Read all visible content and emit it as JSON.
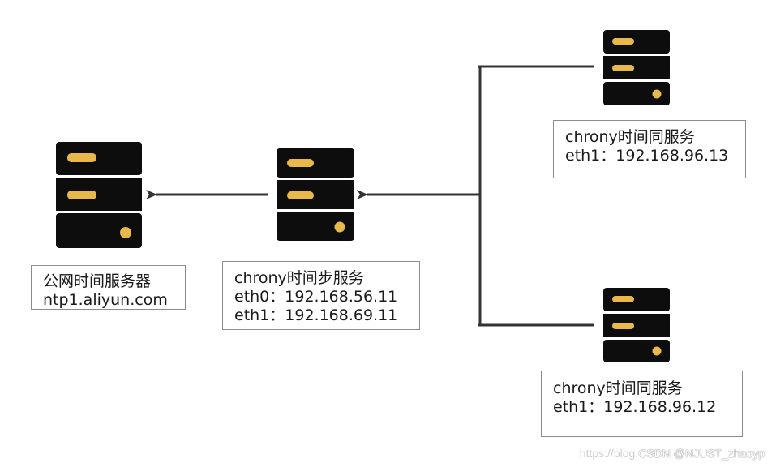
{
  "nodes": {
    "public_ntp": {
      "line1": "公网时间服务器",
      "line2": "ntp1.aliyun.com"
    },
    "sync_server": {
      "line1": "chrony时间步服务",
      "line2": "eth0：192.168.56.11",
      "line3": "eth1：192.168.69.11"
    },
    "client_top": {
      "line1": "chrony时间同服务",
      "line2": "eth1：192.168.96.13"
    },
    "client_bottom": {
      "line1": "chrony时间同服务",
      "line2": "eth1：192.168.96.12"
    }
  },
  "watermark": {
    "faint": "https://blog.",
    "text": "CSDN @NJUST_zhaoyp"
  },
  "colors": {
    "server_body": "#0d0d0d",
    "server_led": "#e8b84a",
    "wire": "#333333",
    "box_border": "#8c8c8c"
  }
}
